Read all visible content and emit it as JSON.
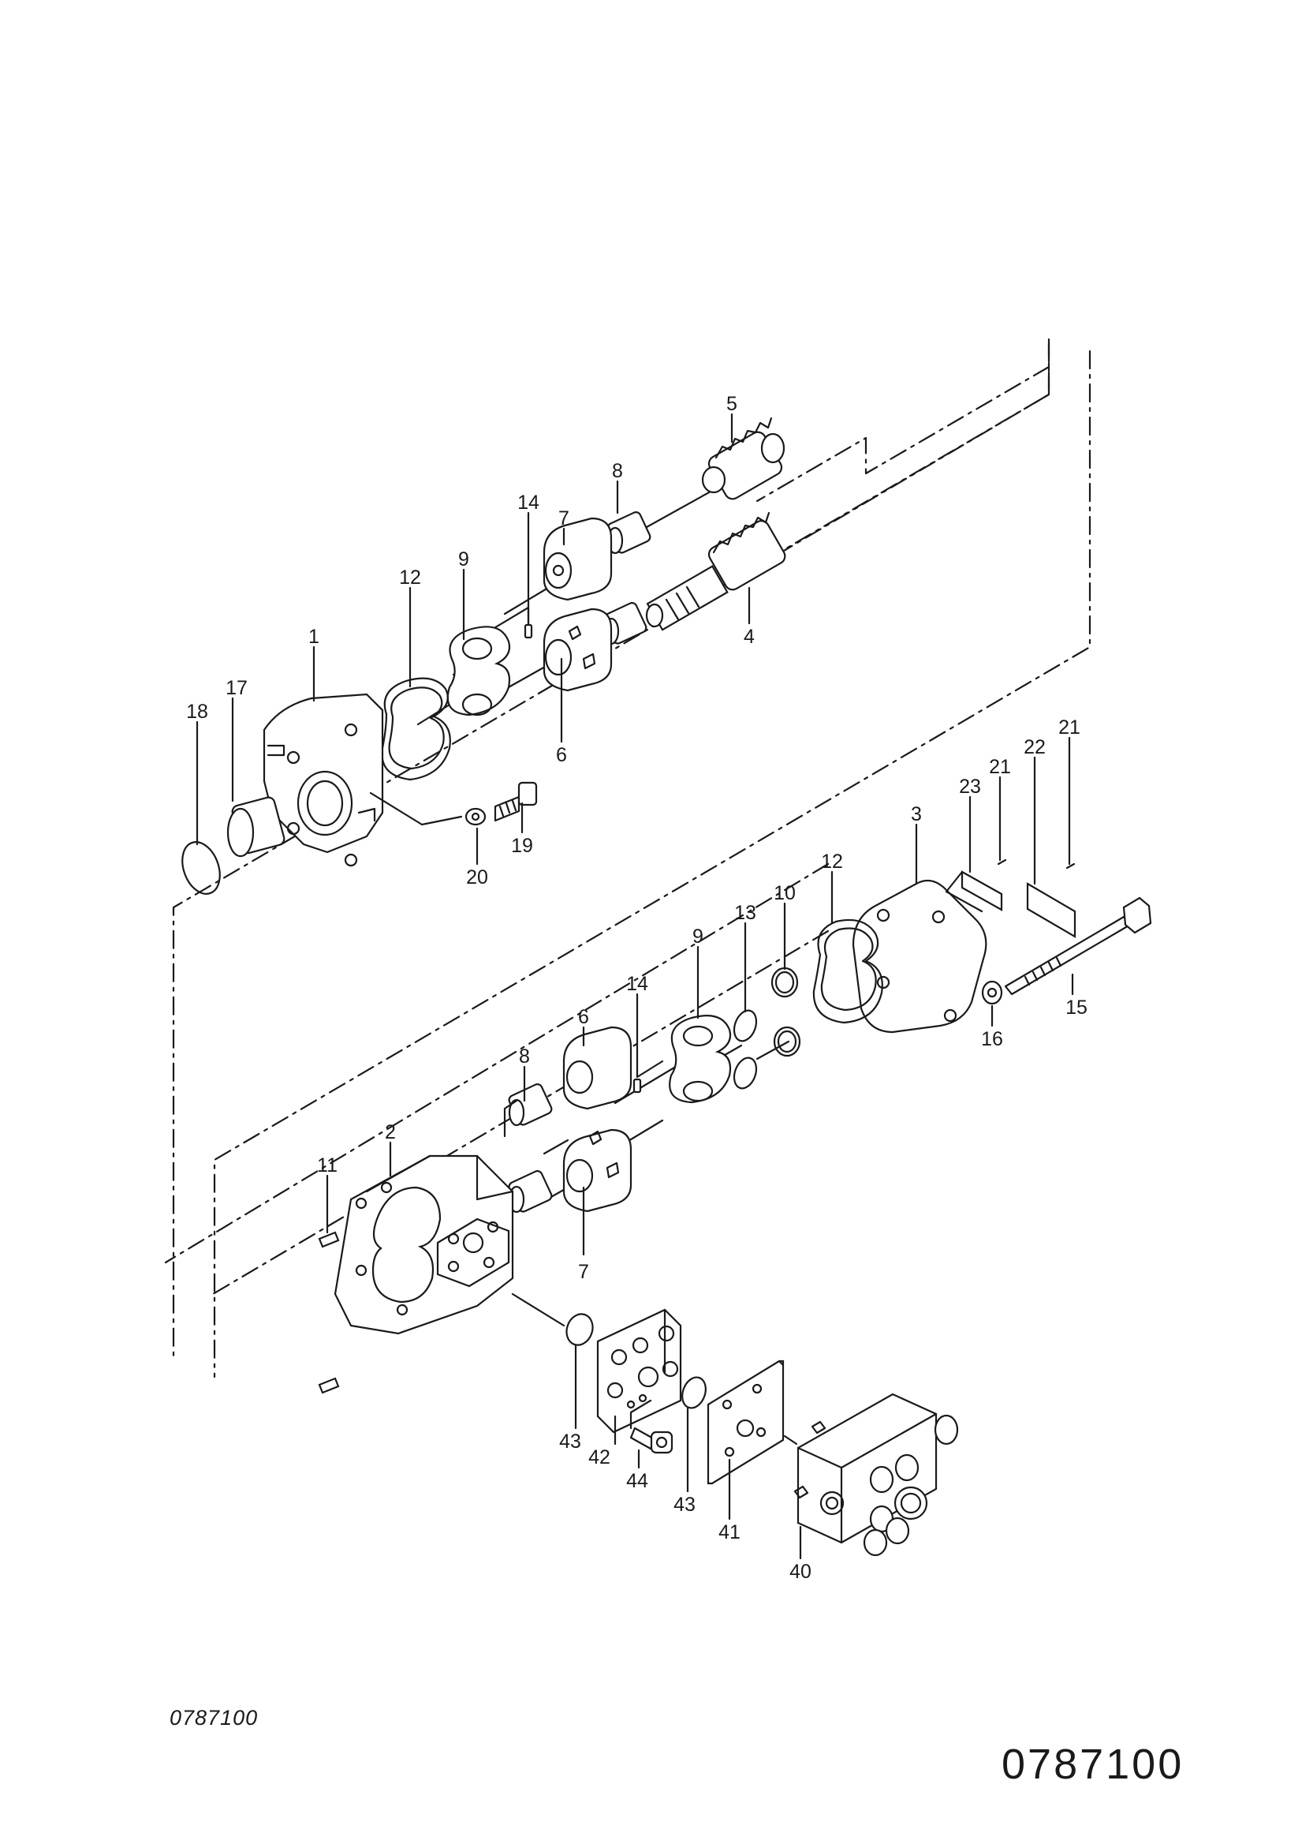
{
  "diagram_code_small": "0787100",
  "diagram_code_large": "0787100",
  "labels": {
    "l1": "1",
    "l2": "2",
    "l3": "3",
    "l4": "4",
    "l5": "5",
    "l6a": "6",
    "l6b": "6",
    "l7a": "7",
    "l7b": "7",
    "l8a": "8",
    "l8b": "8",
    "l9a": "9",
    "l9b": "9",
    "l10": "10",
    "l11": "11",
    "l12a": "12",
    "l12b": "12",
    "l13": "13",
    "l14a": "14",
    "l14b": "14",
    "l15": "15",
    "l16": "16",
    "l17": "17",
    "l18": "18",
    "l19": "19",
    "l20": "20",
    "l21a": "21",
    "l21b": "21",
    "l22": "22",
    "l23": "23",
    "l40": "40",
    "l41": "41",
    "l42": "42",
    "l43a": "43",
    "l43b": "43",
    "l44": "44"
  }
}
